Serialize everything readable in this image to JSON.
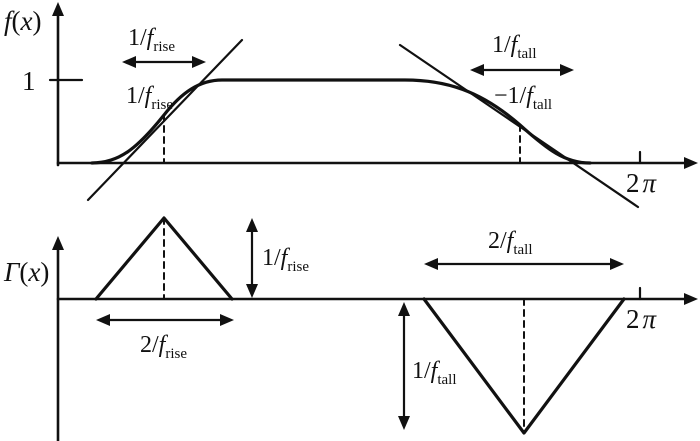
{
  "top": {
    "ylabel": {
      "name": "f",
      "arg": "x"
    },
    "tick_one": "1",
    "xtick_2pi": {
      "num": "2",
      "sym": "π"
    },
    "rise_width": {
      "num": "1/",
      "var": "f",
      "sub": "rise"
    },
    "rise_slope": {
      "num": "1/",
      "var": "f",
      "sub": "rise"
    },
    "fall_width": {
      "num": "1/",
      "var": "f",
      "sub": "tall"
    },
    "fall_slope": {
      "num": "−1/",
      "var": "f",
      "sub": "tall"
    }
  },
  "bottom": {
    "ylabel": {
      "name": "Γ",
      "arg": "x"
    },
    "xtick_2pi": {
      "num": "2",
      "sym": "π"
    },
    "rise_height": {
      "num": "1/",
      "var": "f",
      "sub": "rise"
    },
    "rise_base": {
      "num": "2/",
      "var": "f",
      "sub": "rise"
    },
    "fall_base": {
      "num": "2/",
      "var": "f",
      "sub": "tall"
    },
    "fall_height": {
      "num": "1/",
      "var": "f",
      "sub": "tall"
    }
  }
}
